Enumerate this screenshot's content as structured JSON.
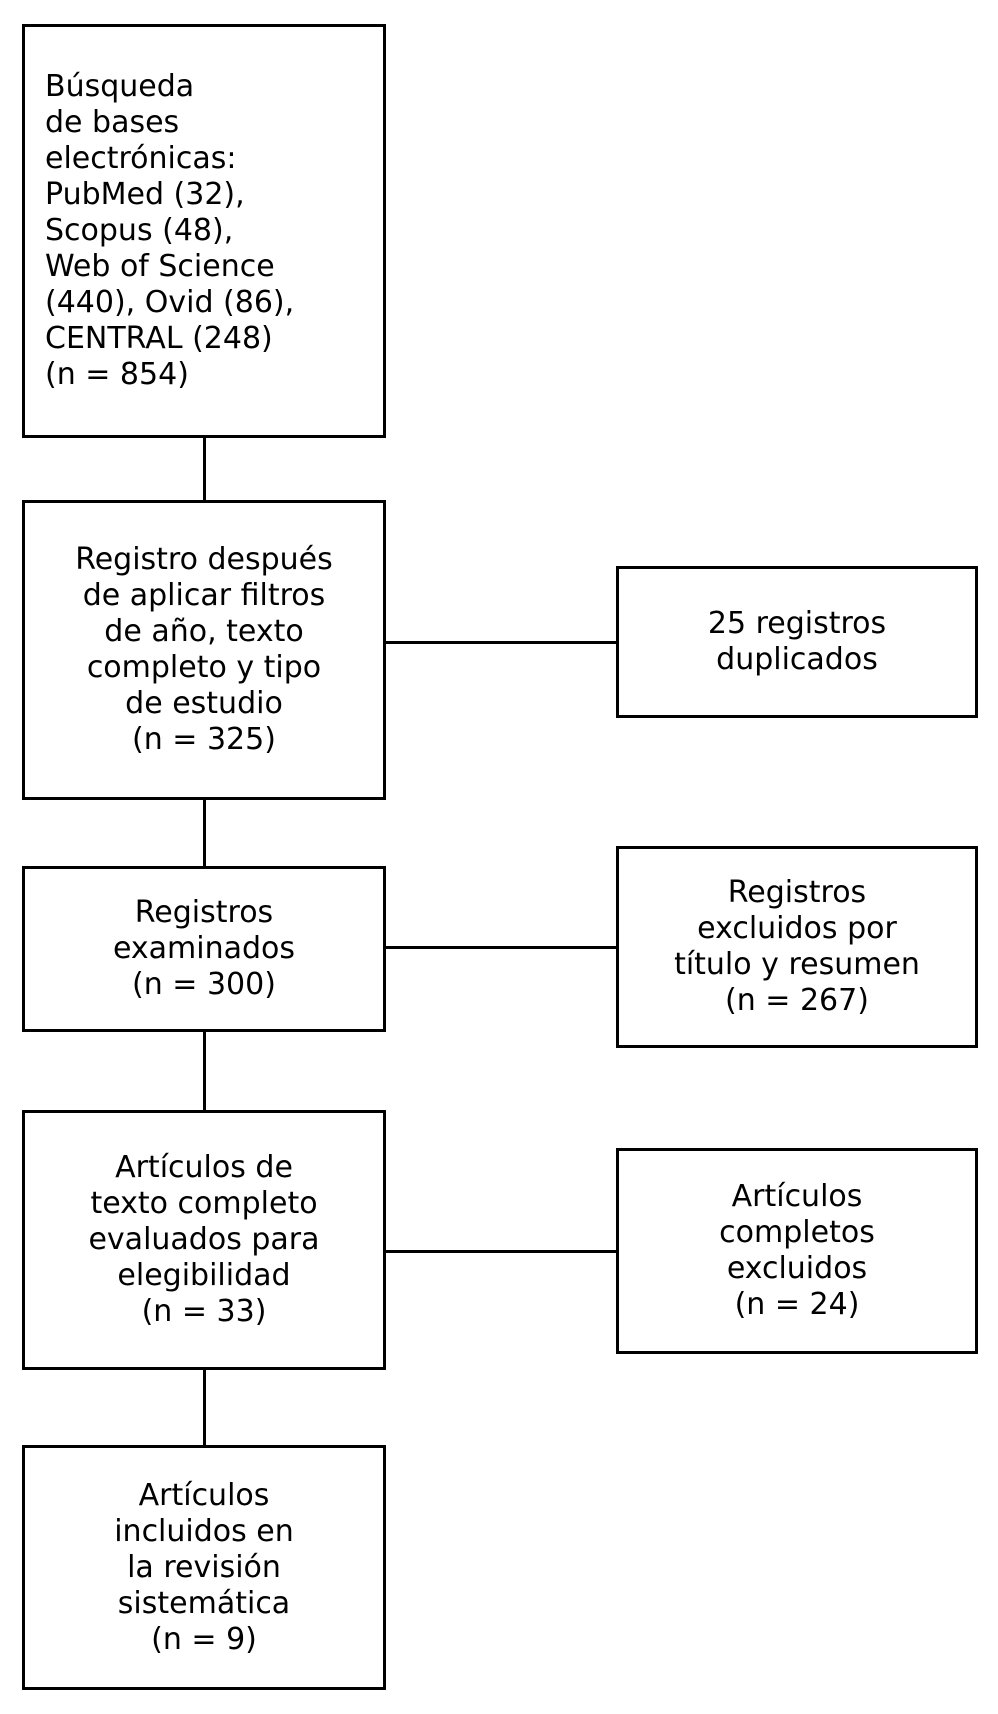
{
  "diagram": {
    "type": "prisma-flow-diagram",
    "language": "es",
    "colors": {
      "background": "#ffffff",
      "border": "#000000",
      "text": "#000000"
    },
    "nodes": {
      "identification": {
        "text": "Búsqueda\nde bases\nelectrónicas:\nPubMed (32),\nScopus (48),\nWeb of Science\n(440), Ovid (86),\nCENTRAL (248)\n(n = 854)",
        "align": "left"
      },
      "screening": {
        "text": "Registro después\nde aplicar filtros\nde año, texto\ncompleto y tipo\nde estudio\n(n = 325)",
        "align": "center"
      },
      "records_screened": {
        "text": "Registros\nexaminados\n(n = 300)",
        "align": "center"
      },
      "fulltext_assessed": {
        "text": "Artículos de\ntexto completo\nevaluados para\nelegibilidad\n(n = 33)",
        "align": "center"
      },
      "included": {
        "text": "Artículos\nincluidos en\nla revisión\nsistemática\n(n = 9)",
        "align": "center"
      },
      "duplicates_removed": {
        "text": "25 registros\nduplicados",
        "align": "center"
      },
      "records_excluded": {
        "text": "Registros\nexcluidos por\ntítulo y resumen\n(n = 267)",
        "align": "center"
      },
      "fulltext_excluded": {
        "text": "Artículos\ncompletos\nexcluidos\n(n = 24)",
        "align": "center"
      }
    },
    "counts": {
      "pubmed": 32,
      "scopus": 48,
      "web_of_science": 440,
      "ovid": 86,
      "central": 248,
      "total_identified": 854,
      "after_filters": 325,
      "duplicates_removed": 25,
      "records_screened": 300,
      "records_excluded": 267,
      "fulltext_assessed": 33,
      "fulltext_excluded": 24,
      "included": 9
    }
  }
}
